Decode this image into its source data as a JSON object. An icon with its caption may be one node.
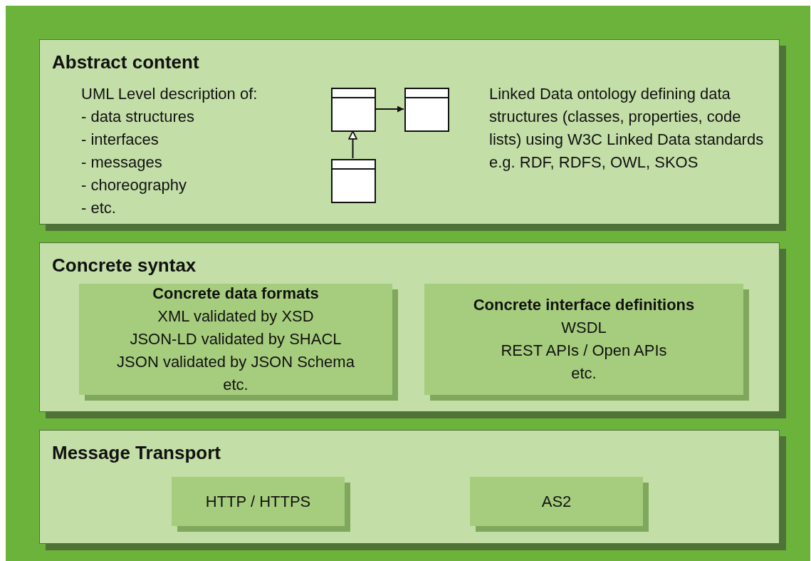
{
  "diagram": {
    "nodes": [
      {
        "text": [
          "Abstract content",
          "UML Level description of:",
          "- data structures",
          "- interfaces",
          "- messages",
          "- choreography",
          "- etc.",
          "Linked Data ontology defining data structures (classes, properties, code lists) using W3C Linked Data standards e.g. RDF, RDFS, OWL, SKOS"
        ]
      },
      {
        "text": [],
        "shape": "box",
        "in": 0
      },
      {
        "text": [],
        "shape": "box",
        "in": 0
      },
      {
        "text": [],
        "shape": "box",
        "in": 0
      },
      {
        "text": [
          "Concrete syntax"
        ]
      },
      {
        "text": [
          "Concrete data formats",
          "XML validated by XSD",
          "JSON-LD validated by SHACL",
          "JSON validated by JSON Schema",
          "etc."
        ],
        "in": 4
      },
      {
        "text": [
          "Concrete interface definitions",
          "WSDL",
          "REST APIs / Open APIs",
          "etc."
        ],
        "in": 4
      },
      {
        "text": [
          "Message Transport"
        ]
      },
      {
        "text": [
          "HTTP / HTTPS"
        ],
        "in": 7
      },
      {
        "text": [
          "AS2"
        ],
        "in": 7
      }
    ],
    "edges": [
      {
        "from": 1,
        "to": 2,
        "arrow": "to"
      },
      {
        "from": 3,
        "to": 1,
        "arrow": "to"
      }
    ]
  }
}
